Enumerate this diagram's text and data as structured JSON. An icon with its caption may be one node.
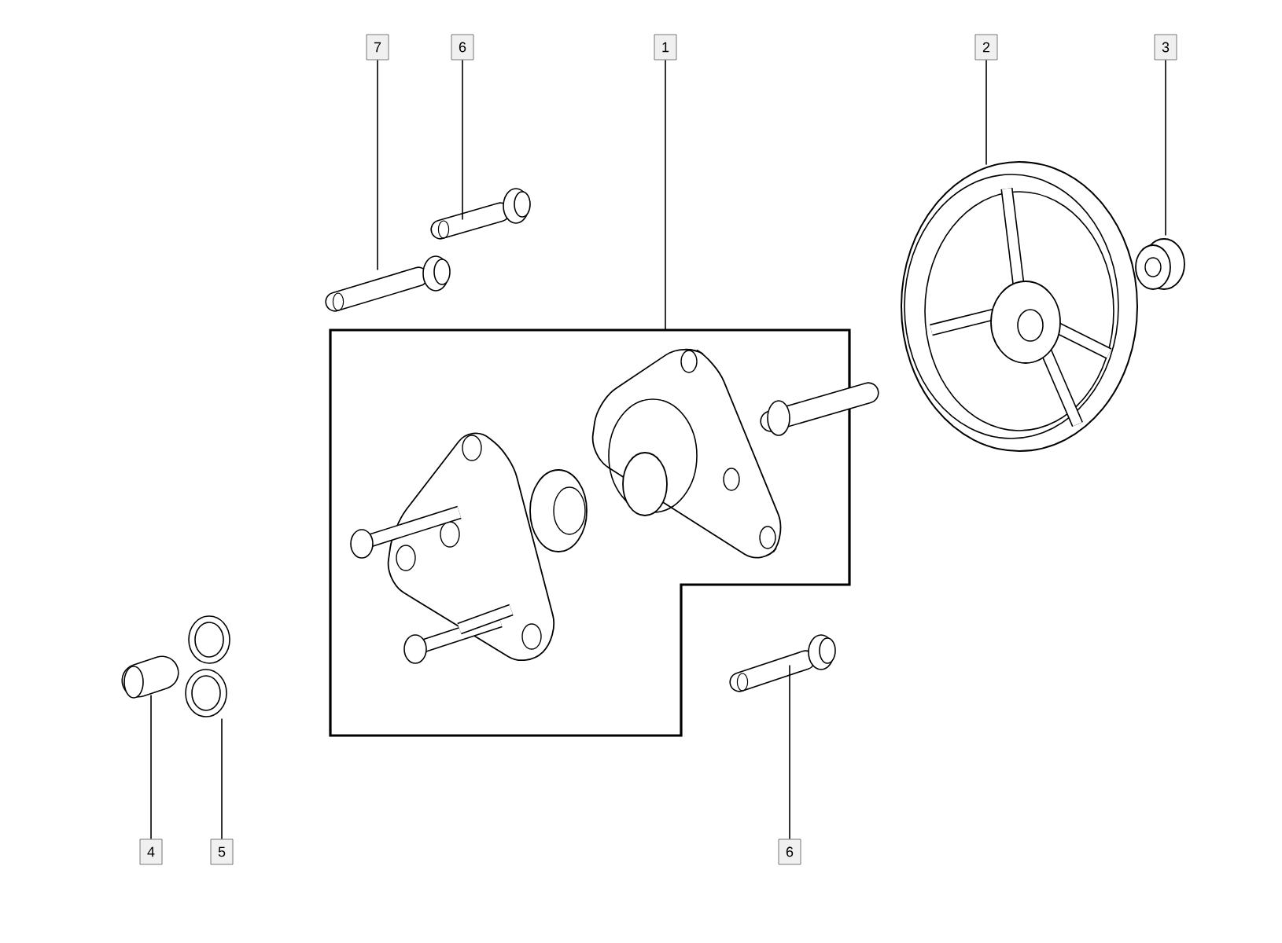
{
  "diagram": {
    "nodes": [
      {
        "text": [
          "7"
        ]
      },
      {
        "text": [
          "6"
        ]
      },
      {
        "text": [
          "1"
        ]
      },
      {
        "text": [
          "2"
        ]
      },
      {
        "text": [
          "3"
        ]
      },
      {
        "text": [
          "4"
        ]
      },
      {
        "text": [
          "5"
        ]
      },
      {
        "text": [
          "6"
        ]
      },
      {
        "text": [],
        "shape": "picture"
      },
      {
        "text": [],
        "shape": "picture"
      },
      {
        "text": [],
        "shape": "picture"
      },
      {
        "text": [],
        "shape": "picture"
      },
      {
        "text": [],
        "shape": "picture"
      },
      {
        "text": [],
        "shape": "picture"
      },
      {
        "text": [],
        "shape": "picture"
      },
      {
        "text": [],
        "shape": "picture"
      }
    ],
    "edges": [
      {
        "from": 0,
        "to": 8,
        "arrow": "none"
      },
      {
        "from": 1,
        "to": 9,
        "arrow": "none"
      },
      {
        "from": 2,
        "to": 10,
        "arrow": "none"
      },
      {
        "from": 3,
        "to": 11,
        "arrow": "none"
      },
      {
        "from": 4,
        "to": 12,
        "arrow": "none"
      },
      {
        "from": 5,
        "to": 13,
        "arrow": "none"
      },
      {
        "from": 6,
        "to": 14,
        "arrow": "none"
      },
      {
        "from": 7,
        "to": 15,
        "arrow": "none"
      }
    ]
  }
}
